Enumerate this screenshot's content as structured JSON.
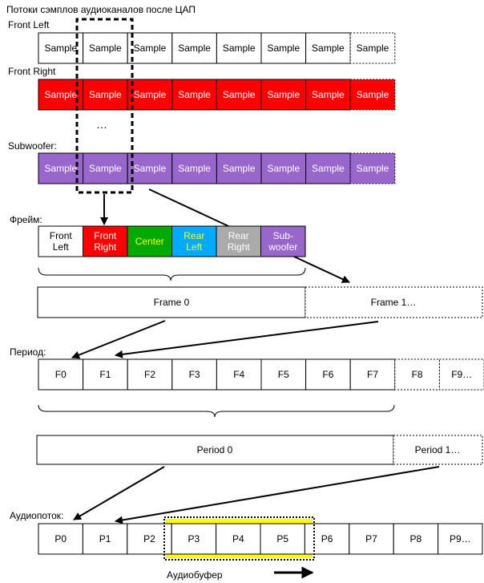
{
  "title": "Потоки сэмплов аудиоканалов после ЦАП",
  "channels": {
    "front_left": {
      "label": "Front Left",
      "sample": "Sample",
      "count": 8,
      "fill": "#ffffff",
      "text": "#000000"
    },
    "front_right": {
      "label": "Front Right",
      "sample": "Sample",
      "count": 8,
      "fill": "#ff0000",
      "text": "#ffffff"
    },
    "ellipsis": "…",
    "subwoofer": {
      "label": "Subwoofer:",
      "sample": "Sample",
      "count": 8,
      "fill": "#9966cc",
      "text": "#ffffff"
    }
  },
  "frame": {
    "label": "Фрейм:",
    "cells": [
      {
        "line1": "Front",
        "line2": "Left",
        "fill": "#ffffff",
        "text": "#000000"
      },
      {
        "line1": "Front",
        "line2": "Right",
        "fill": "#ff0000",
        "text": "#ffffff"
      },
      {
        "line1": "Center",
        "line2": "",
        "fill": "#00aa00",
        "text": "#ffff00"
      },
      {
        "line1": "Rear",
        "line2": "Left",
        "fill": "#00aaff",
        "text": "#ffff00"
      },
      {
        "line1": "Rear",
        "line2": "Right",
        "fill": "#aaaaaa",
        "text": "#ffffff"
      },
      {
        "line1": "Sub-",
        "line2": "woofer",
        "fill": "#9966cc",
        "text": "#ffffff"
      }
    ]
  },
  "frames_row": {
    "frame0": "Frame 0",
    "frame1": "Frame 1…"
  },
  "period": {
    "label": "Период:",
    "cells": [
      "F0",
      "F1",
      "F2",
      "F3",
      "F4",
      "F5",
      "F6",
      "F7"
    ],
    "dashed_cells": [
      "F8",
      "F9…"
    ]
  },
  "periods_row": {
    "period0": "Period 0",
    "period1": "Period 1…"
  },
  "stream": {
    "label": "Аудиопоток:",
    "cells": [
      "P0",
      "P1",
      "P2",
      "P3",
      "P4",
      "P5",
      "P6",
      "P7",
      "P8",
      "P9…"
    ],
    "buffer_label": "Аудиобуфер",
    "buffer_color": "#ffff00"
  }
}
